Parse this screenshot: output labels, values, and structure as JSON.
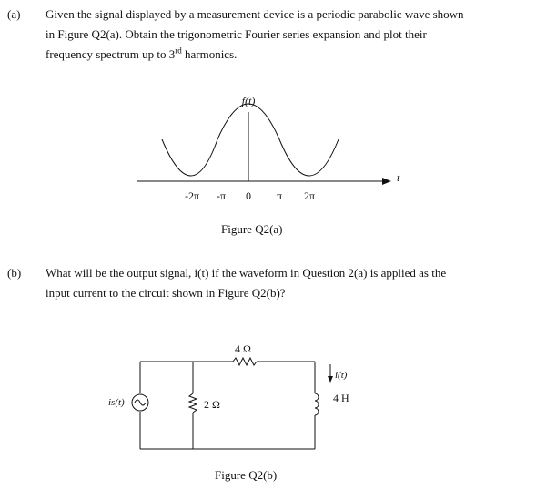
{
  "question_a": {
    "label": "(a)",
    "line1": "Given the signal displayed by a measurement device is a periodic parabolic wave shown",
    "line2": "in Figure Q2(a). Obtain the trigonometric Fourier series expansion and plot their",
    "line3_prefix": "frequency spectrum up to 3",
    "line3_sup": "rd",
    "line3_suffix": " harmonics."
  },
  "figure_a": {
    "y_axis_label": "f(t)",
    "x_axis_label": "t",
    "ticks": [
      "-2π",
      "-π",
      "0",
      "π",
      "2π"
    ],
    "caption": "Figure Q2(a)"
  },
  "question_b": {
    "label": "(b)",
    "line1": "What will be the output signal, i(t) if the waveform in Question 2(a) is applied as the",
    "line2": "input current to the circuit shown in Figure Q2(b)?"
  },
  "figure_b": {
    "source_label": "is(t)",
    "resistor_shunt": "2 Ω",
    "resistor_series": "4 Ω",
    "inductor": "4 H",
    "current_label": "i(t)",
    "caption": "Figure Q2(b)"
  }
}
